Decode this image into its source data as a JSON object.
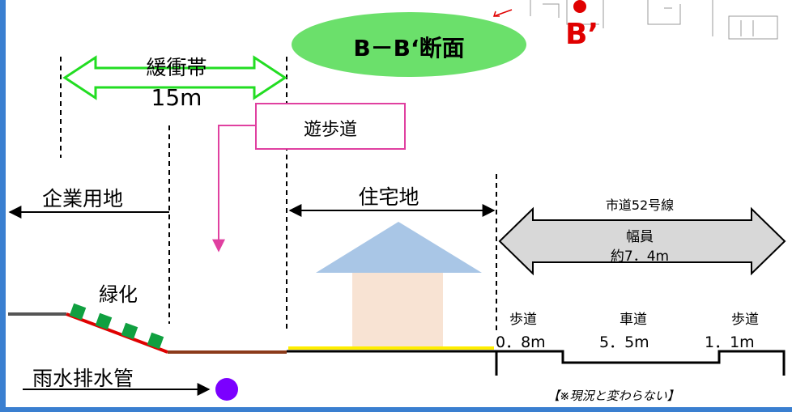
{
  "section_title": "B－B‘断面",
  "point_label": "B’",
  "buffer_zone": {
    "label": "緩衝帯",
    "width": "15m"
  },
  "promenade": "遊歩道",
  "company_land": "企業用地",
  "residential": "住宅地",
  "road": {
    "name": "市道52号線",
    "width_label": "幅員",
    "width_value": "約7．4m"
  },
  "greening": "緑化",
  "rain_pipe": "雨水排水管",
  "road_parts": [
    {
      "label": "歩道",
      "width": "0．8m"
    },
    {
      "label": "車道",
      "width": "5．5m"
    },
    {
      "label": "歩道",
      "width": "1．1m"
    }
  ],
  "note": "【※現況と変わらない】",
  "colors": {
    "frame": "#3a7fd0",
    "title_bubble": "#6be06b",
    "greening": "#10a040",
    "pipe": "#7b00ff",
    "pink": "#e040a0",
    "red": "#e00000"
  }
}
